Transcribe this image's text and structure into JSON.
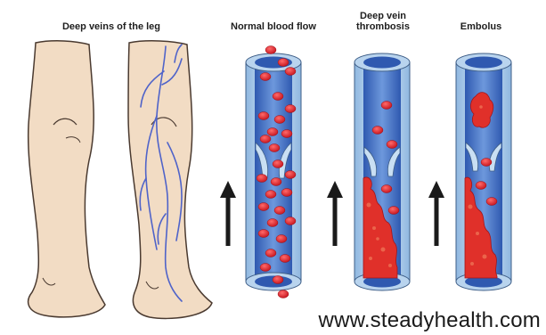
{
  "labels": {
    "legs": "Deep veins of the leg",
    "normal": "Normal blood flow",
    "dvt_line1": "Deep vein",
    "dvt_line2": "thrombosis",
    "embolus": "Embolus"
  },
  "watermark": "www.steadyhealth.com",
  "icons": {
    "flow_arrow": "arrow-up-icon",
    "valve": "valve-icon",
    "clot": "blood-clot-icon"
  },
  "colors": {
    "skin": "#f2dcc4",
    "skin_outline": "#4a3a30",
    "vein": "#4f63c9",
    "vessel_wall": "#c9dff3",
    "vessel_lumen": "#3f6fc8",
    "blood_cell": "#e3202a",
    "clot": "#e0302a",
    "arrow": "#1a1a1a"
  }
}
